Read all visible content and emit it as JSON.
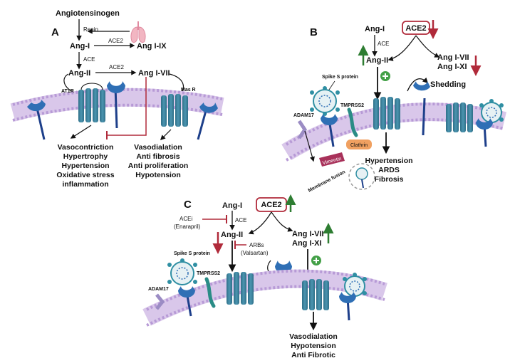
{
  "panel_a": {
    "panel_label": "A",
    "angiotensinogen": "Angiotensinogen",
    "renin": "Renin",
    "ang_i": "Ang-I",
    "ace2_top": "ACE2",
    "ang_i_ix": "Ang I-IX",
    "ace": "ACE",
    "ang_ii": "Ang-II",
    "ace2_mid": "ACE2",
    "ang_i_vii": "Ang I-VII",
    "at1r": "AT1R",
    "mas_r": "Mas R",
    "effects_left": [
      "Vasocontriction",
      "Hypertrophy",
      "Hypertension",
      "Oxidative stress",
      "inflammation"
    ],
    "effects_right": [
      "Vasodialation",
      "Anti fibrosis",
      "Anti proliferation",
      "Hypotension"
    ]
  },
  "panel_b": {
    "panel_label": "B",
    "ang_i": "Ang-I",
    "ace2": "ACE2",
    "ace": "ACE",
    "ang_ii": "Ang-II",
    "ang_i_vii": "Ang I-VII",
    "ang_i_xi": "Ang I-XI",
    "shedding": "Shedding",
    "spike": "Spike S protein",
    "tmprss2": "TMPRSS2",
    "adam17": "ADAM17",
    "clathrin": "Clathrin",
    "vimentin": "Vimentin",
    "membrane_fusion": "Membrane fusion",
    "effects": [
      "Hypertension",
      "ARDS",
      "Fibrosis"
    ]
  },
  "panel_c": {
    "panel_label": "C",
    "ang_i": "Ang-I",
    "ace2": "ACE2",
    "acei": "ACEi",
    "enarapril": "(Enarapril)",
    "ace": "ACE",
    "ang_ii": "Ang-II",
    "ang_i_vii": "Ang I-VII",
    "ang_i_xi": "Ang I-XI",
    "arbs": "ARBs",
    "valsartan": "(Valsartan)",
    "spike": "Spike S protein",
    "tmprss2": "TMPRSS2",
    "adam17": "ADAM17",
    "effects": [
      "Vasodialation",
      "Hypotension",
      "Anti Fibrotic"
    ]
  },
  "colors": {
    "membrane_head": "#b79ad6",
    "membrane_tail": "#d9c7ea",
    "receptor": "#3a7f9a",
    "receptor_dark": "#245a70",
    "ace2": "#2f6fb5",
    "ace2_stem": "#1d3f8a",
    "tmprss2": "#2a8c86",
    "adam17": "#9b8cc4",
    "virus": "#2f8fa3",
    "inhibit_red": "#b02a3a",
    "up_green": "#2e7d32",
    "plus_green": "#43a047",
    "clathrin": "#f0a060",
    "vimentin": "#a8315a"
  },
  "icons": [
    "lungs-icon",
    "virus-icon",
    "plus-icon",
    "up-arrow-icon",
    "down-arrow-icon"
  ]
}
